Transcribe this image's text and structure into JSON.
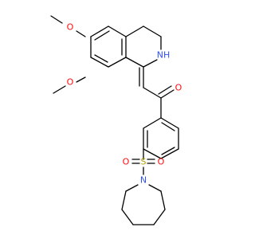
{
  "molecule": {
    "colors": {
      "bond": "#000000",
      "O": "#ff0d0d",
      "N": "#3050f8",
      "S": "#b8a000",
      "background": "#ffffff"
    },
    "labels": {
      "O_methoxy_top": "O",
      "O_methoxy_bottom": "O",
      "NH": "NH",
      "O_ketone": "O",
      "S": "S",
      "O_sulfonyl_left": "O",
      "O_sulfonyl_right": "O",
      "N_azepane": "N"
    }
  }
}
